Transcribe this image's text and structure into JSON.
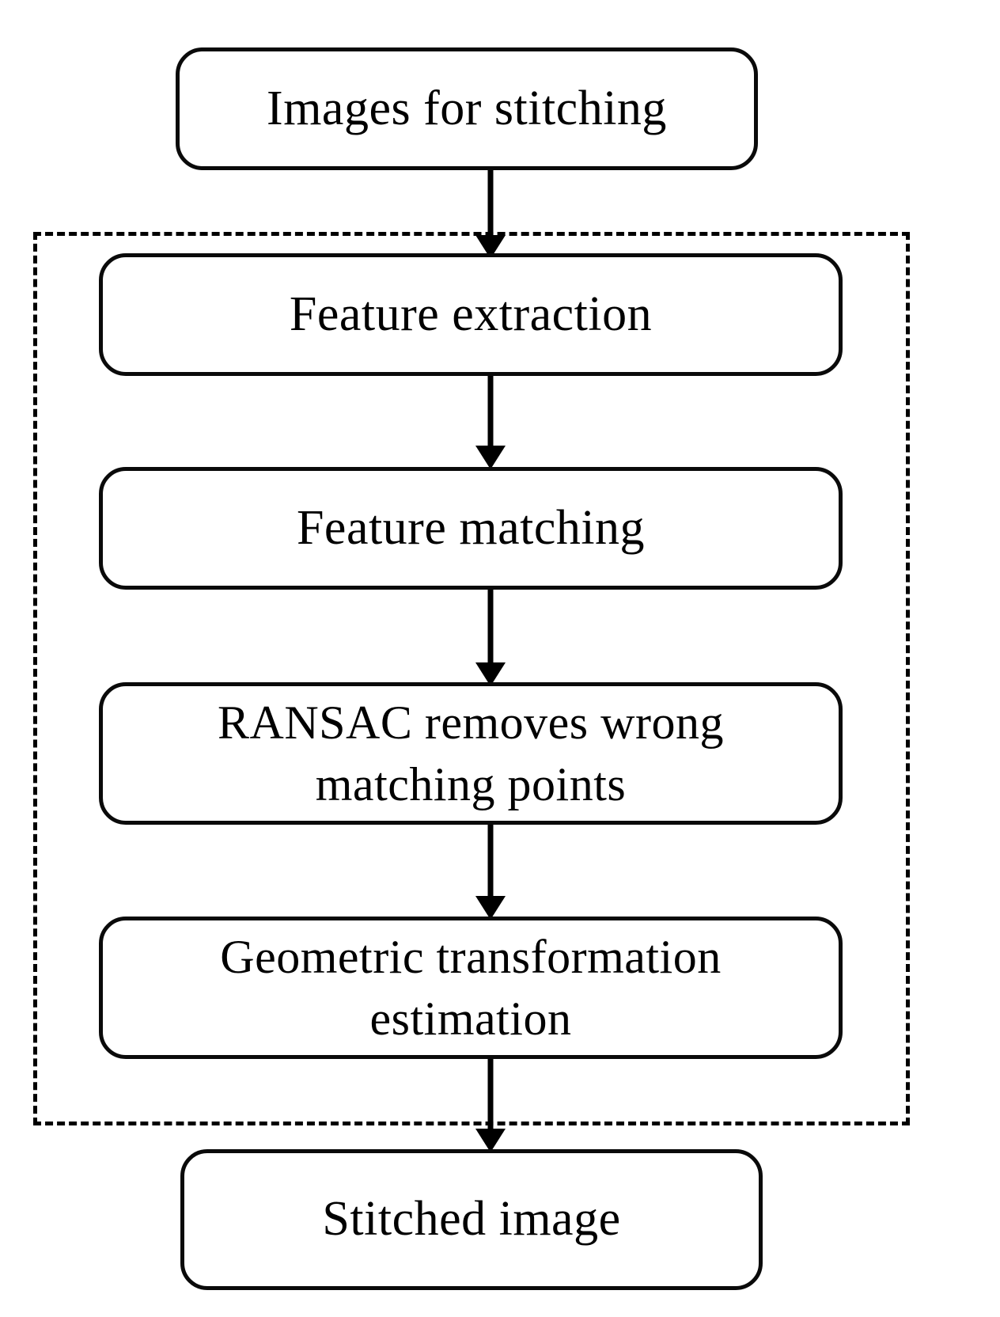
{
  "figure": {
    "kind": "flowchart",
    "orientation": "top-to-bottom",
    "background_color": "#ffffff",
    "line_color": "#000000"
  },
  "nodes": [
    {
      "id": "images-for-stitching",
      "label": "Images for stitching",
      "shape": "rounded-rectangle",
      "inside_dashed_group": false
    },
    {
      "id": "feature-extraction",
      "label": "Feature extraction",
      "shape": "rounded-rectangle",
      "inside_dashed_group": true
    },
    {
      "id": "feature-matching",
      "label": "Feature matching",
      "shape": "rounded-rectangle",
      "inside_dashed_group": true
    },
    {
      "id": "ransac-removes-wrong-matching-points",
      "label": "RANSAC removes wrong\nmatching points",
      "shape": "rounded-rectangle",
      "inside_dashed_group": true
    },
    {
      "id": "geometric-transformation-estimation",
      "label": "Geometric transformation\nestimation",
      "shape": "rounded-rectangle",
      "inside_dashed_group": true
    },
    {
      "id": "stitched-image",
      "label": "Stitched image",
      "shape": "rounded-rectangle",
      "inside_dashed_group": false
    }
  ],
  "group": {
    "id": "image-registration-group",
    "style": "dashed-rectangle",
    "label": ""
  },
  "edges": [
    {
      "id": "edge-1",
      "from": "images-for-stitching",
      "to": "feature-extraction",
      "arrow": "down"
    },
    {
      "id": "edge-2",
      "from": "feature-extraction",
      "to": "feature-matching",
      "arrow": "down"
    },
    {
      "id": "edge-3",
      "from": "feature-matching",
      "to": "ransac-removes-wrong-matching-points",
      "arrow": "down"
    },
    {
      "id": "edge-4",
      "from": "ransac-removes-wrong-matching-points",
      "to": "geometric-transformation-estimation",
      "arrow": "down"
    },
    {
      "id": "edge-5",
      "from": "geometric-transformation-estimation",
      "to": "stitched-image",
      "arrow": "down"
    }
  ]
}
